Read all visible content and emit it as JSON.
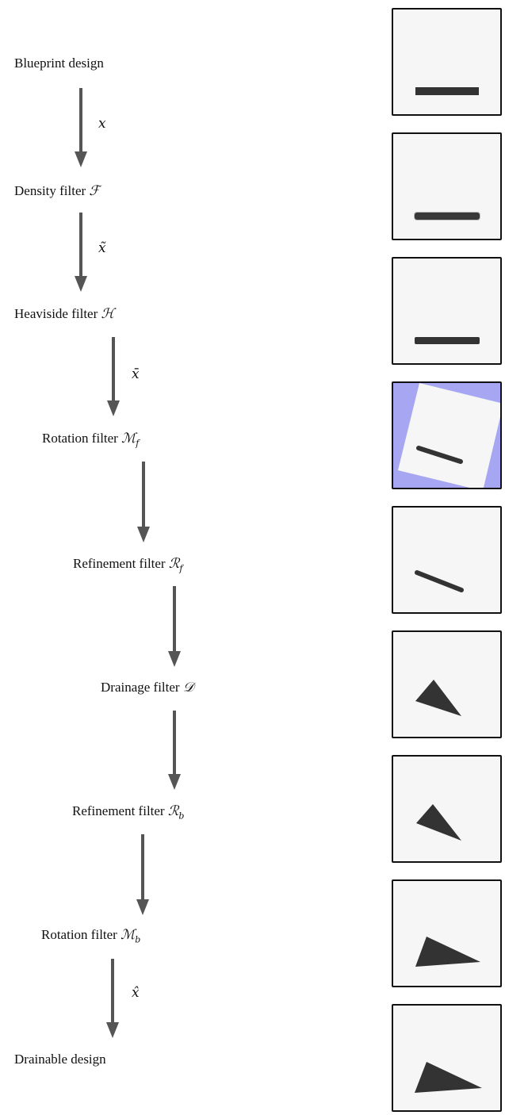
{
  "stages": [
    {
      "label": "Blueprint design",
      "symbol": ""
    },
    {
      "label": "Density filter",
      "symbol": "ℱ"
    },
    {
      "label": "Heaviside filter",
      "symbol": "ℋ"
    },
    {
      "label": "Rotation filter",
      "symbol": "ℳ",
      "sub": "f"
    },
    {
      "label": "Refinement filter",
      "symbol": "ℛ",
      "sub": "f"
    },
    {
      "label": "Drainage filter",
      "symbol": "𝒟"
    },
    {
      "label": "Refinement filter",
      "symbol": "ℛ",
      "sub": "b"
    },
    {
      "label": "Rotation filter",
      "symbol": "ℳ",
      "sub": "b"
    },
    {
      "label": "Drainable design",
      "symbol": ""
    }
  ],
  "vars": {
    "x": "x",
    "x_tilde": "x̃",
    "x_bar": "x̄",
    "x_hat": "x̂"
  },
  "colors": {
    "arrow": "#555555",
    "shape": "#333333",
    "panel_background": "#f6f6f6",
    "rotation_background": "#a6a6f2"
  }
}
